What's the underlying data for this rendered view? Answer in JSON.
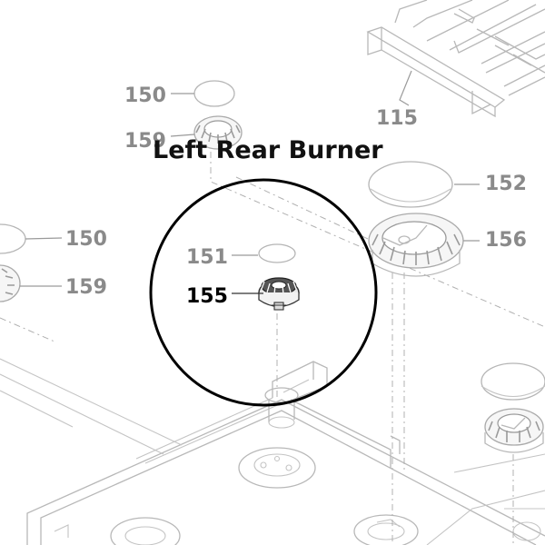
{
  "title": "Left Rear Burner",
  "labels": {
    "l150_top": "150",
    "l159_top": "159",
    "l115": "115",
    "l152": "152",
    "l156": "156",
    "l150_left": "150",
    "l159_left": "159",
    "l151": "151",
    "l155": "155"
  },
  "colors": {
    "highlight_circle": "#000000",
    "label_gray": "#8a8a8a",
    "line_gray": "#b8b8b8"
  }
}
